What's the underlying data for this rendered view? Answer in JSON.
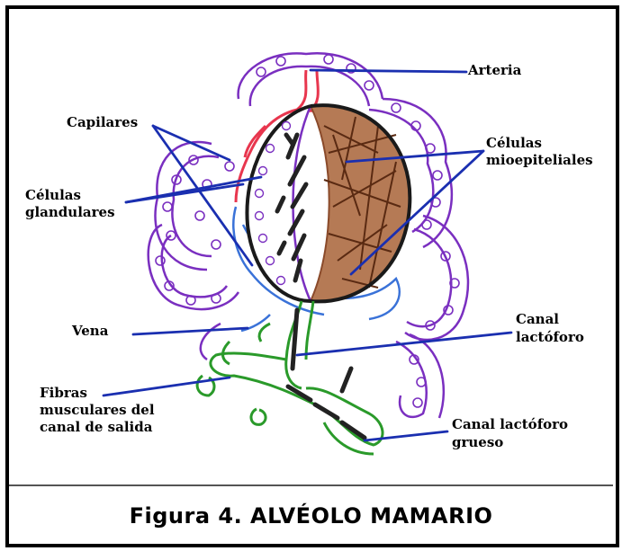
{
  "figure": {
    "caption": "Figura 4. ALVÉOLO MAMARIO",
    "labels": {
      "arteria": "Arteria",
      "capilares": "Capilares",
      "celulas_mioepiteliales": "Células mioepiteliales",
      "celulas_glandulares": "Células glandulares",
      "vena": "Vena",
      "canal_lactoforo": "Canal lactóforo",
      "fibras_musculares": "Fibras musculares del canal de salida",
      "canal_lactoforo_grueso": "Canal lactóforo grueso"
    }
  },
  "colors": {
    "leader_lines": "#1a2fb0",
    "gland_cells": "#7a2fc0",
    "artery": "#e8364e",
    "vein": "#3a72d8",
    "myoepithelial": "#8a4a2a",
    "duct": "#2a9a2a",
    "lumen": "#222222",
    "frame": "#000000"
  }
}
